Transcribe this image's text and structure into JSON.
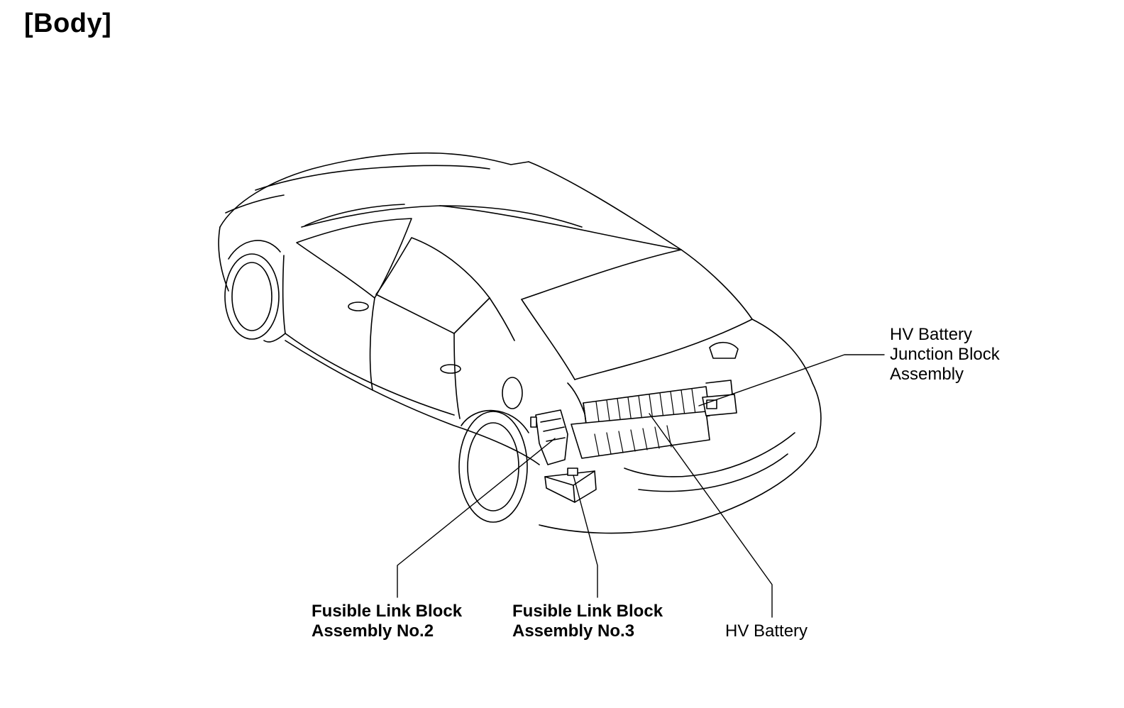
{
  "title": "[Body]",
  "callouts": {
    "junction_block": {
      "lines": [
        "HV Battery",
        "Junction Block",
        "Assembly"
      ]
    },
    "fusible_link_2": {
      "lines": [
        "Fusible Link Block",
        "Assembly No.2"
      ]
    },
    "fusible_link_3": {
      "lines": [
        "Fusible Link Block",
        "Assembly No.3"
      ]
    },
    "hv_battery": {
      "lines": [
        "HV Battery"
      ]
    }
  }
}
